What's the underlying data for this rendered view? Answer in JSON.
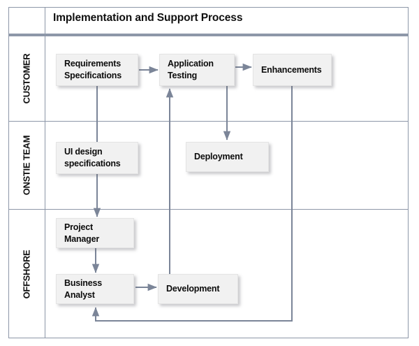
{
  "diagram": {
    "title": "Implementation and Support Process",
    "colors": {
      "grid_line": "#8d97a8",
      "connector": "#7b8598",
      "node_fill": "#f1f1f1",
      "node_border": "#e4e4e4",
      "text": "#101010",
      "background": "#ffffff"
    },
    "lanes": [
      {
        "id": "customer",
        "label": "CUSTOMER"
      },
      {
        "id": "onsite",
        "label": "ONSTIE TEAM"
      },
      {
        "id": "offshore",
        "label": "OFFSHORE"
      }
    ],
    "nodes": [
      {
        "id": "requirements",
        "lane": "customer",
        "label": "Requirements\nSpecifications"
      },
      {
        "id": "apptesting",
        "lane": "customer",
        "label": "Application\nTesting"
      },
      {
        "id": "enhancements",
        "lane": "customer",
        "label": "Enhancements"
      },
      {
        "id": "uidesign",
        "lane": "onsite",
        "label": "UI design\nspecifications"
      },
      {
        "id": "deployment",
        "lane": "onsite",
        "label": "Deployment"
      },
      {
        "id": "projectmanager",
        "lane": "offshore",
        "label": "Project\nManager"
      },
      {
        "id": "businessanalyst",
        "lane": "offshore",
        "label": "Business\nAnalyst"
      },
      {
        "id": "development",
        "lane": "offshore",
        "label": "Development"
      }
    ],
    "connections": [
      {
        "from": "requirements",
        "to": "apptesting",
        "style": "arrow-right"
      },
      {
        "from": "apptesting",
        "to": "enhancements",
        "style": "arrow-right"
      },
      {
        "from": "requirements",
        "to": "uidesign",
        "style": "line-down"
      },
      {
        "from": "uidesign",
        "to": "projectmanager",
        "style": "arrow-down"
      },
      {
        "from": "projectmanager",
        "to": "businessanalyst",
        "style": "arrow-down"
      },
      {
        "from": "businessanalyst",
        "to": "development",
        "style": "arrow-right"
      },
      {
        "from": "development",
        "to": "apptesting",
        "style": "arrow-up"
      },
      {
        "from": "apptesting",
        "to": "deployment",
        "style": "arrow-down"
      },
      {
        "from": "enhancements",
        "to": "businessanalyst",
        "style": "feedback-loop"
      }
    ]
  }
}
